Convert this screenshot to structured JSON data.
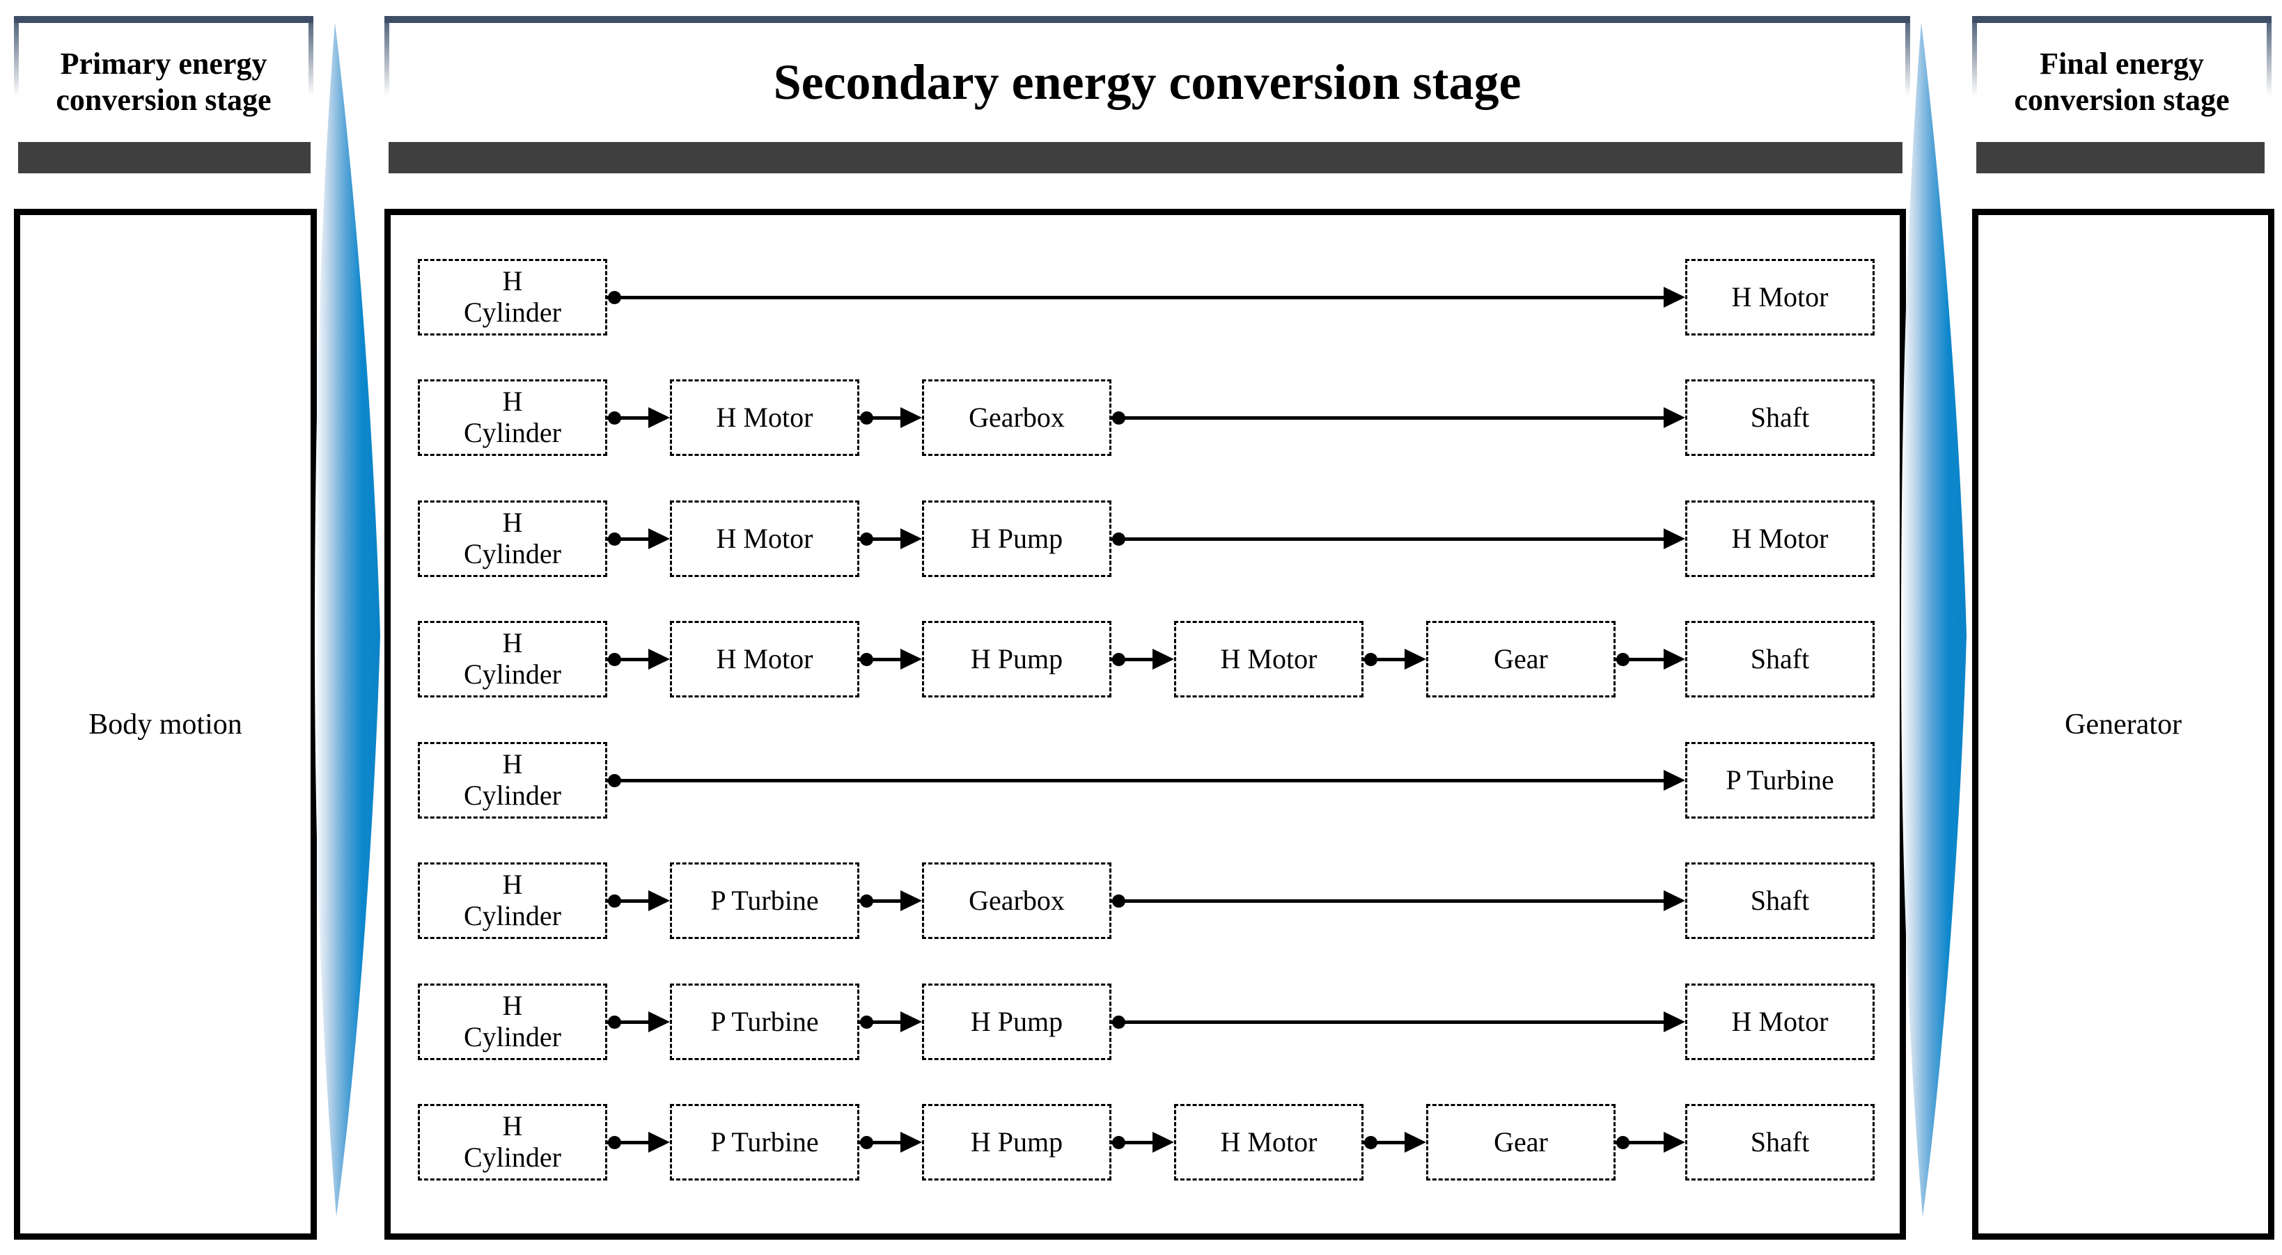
{
  "panels": {
    "primary": {
      "header": "Primary energy conversion stage",
      "body": "Body motion"
    },
    "secondary": {
      "header": "Secondary energy conversion stage"
    },
    "final": {
      "header": "Final energy conversion stage",
      "body": "Generator"
    }
  },
  "flow_rows": [
    {
      "boxes": [
        {
          "label": "H\nCylinder",
          "col": 0
        },
        {
          "label": "H Motor",
          "col": 5
        }
      ]
    },
    {
      "boxes": [
        {
          "label": "H\nCylinder",
          "col": 0
        },
        {
          "label": "H Motor",
          "col": 1
        },
        {
          "label": "Gearbox",
          "col": 2
        },
        {
          "label": "Shaft",
          "col": 5
        }
      ]
    },
    {
      "boxes": [
        {
          "label": "H\nCylinder",
          "col": 0
        },
        {
          "label": "H Motor",
          "col": 1
        },
        {
          "label": "H Pump",
          "col": 2
        },
        {
          "label": "H Motor",
          "col": 5
        }
      ]
    },
    {
      "boxes": [
        {
          "label": "H\nCylinder",
          "col": 0
        },
        {
          "label": "H Motor",
          "col": 1
        },
        {
          "label": "H Pump",
          "col": 2
        },
        {
          "label": "H Motor",
          "col": 3
        },
        {
          "label": "Gear",
          "col": 4
        },
        {
          "label": "Shaft",
          "col": 5
        }
      ]
    },
    {
      "boxes": [
        {
          "label": "H\nCylinder",
          "col": 0
        },
        {
          "label": "P Turbine",
          "col": 5
        }
      ]
    },
    {
      "boxes": [
        {
          "label": "H\nCylinder",
          "col": 0
        },
        {
          "label": "P Turbine",
          "col": 1
        },
        {
          "label": "Gearbox",
          "col": 2
        },
        {
          "label": "Shaft",
          "col": 5
        }
      ]
    },
    {
      "boxes": [
        {
          "label": "H\nCylinder",
          "col": 0
        },
        {
          "label": "P Turbine",
          "col": 1
        },
        {
          "label": "H Pump",
          "col": 2
        },
        {
          "label": "H Motor",
          "col": 5
        }
      ]
    },
    {
      "boxes": [
        {
          "label": "H\nCylinder",
          "col": 0
        },
        {
          "label": "P Turbine",
          "col": 1
        },
        {
          "label": "H Pump",
          "col": 2
        },
        {
          "label": "H Motor",
          "col": 3
        },
        {
          "label": "Gear",
          "col": 4
        },
        {
          "label": "Shaft",
          "col": 5
        }
      ]
    }
  ],
  "colors": {
    "arrow_blue": "#0D87CD",
    "bar_gray": "#3F3F3F",
    "header_border_slate": "#3E4E66",
    "line_black": "#000000"
  }
}
